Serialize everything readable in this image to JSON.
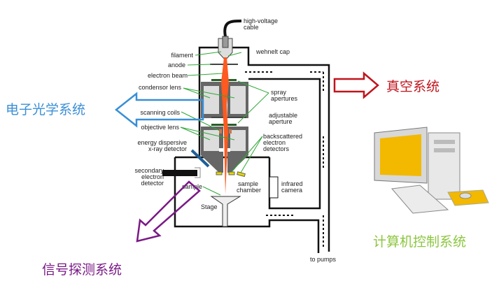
{
  "labels": {
    "cable": [
      "high-voltage",
      "cable"
    ],
    "filament": "filament",
    "wehnelt": "wehnelt cap",
    "anode": "anode",
    "beam": "electron beam",
    "condensor": "condensor lens",
    "spray": [
      "spray",
      "apertures"
    ],
    "scanning": "scanning coils",
    "adjustable": [
      "adjustable",
      "aperture"
    ],
    "objective": "objective lens",
    "eds": [
      "energy dispersive",
      "x-ray detector"
    ],
    "bse": [
      "backscattered",
      "electron",
      "detectors"
    ],
    "se": [
      "secondary",
      "electron",
      "detector"
    ],
    "sample": "sample",
    "chamber": [
      "sample",
      "chamber"
    ],
    "ir": [
      "infrared",
      "camera"
    ],
    "stage": "Stage",
    "pumps": "to pumps"
  },
  "systems": {
    "optics": "电子光学系统",
    "vacuum": "真空系统",
    "signal": "信号探测系统",
    "computer": "计算机控制系统"
  },
  "colors": {
    "optics": "#3a8fd6",
    "vacuum": "#c0141c",
    "signal": "#7a1a86",
    "computer": "#8cc63f",
    "beam": "#ff5a1f",
    "leader": "#2ea836"
  }
}
